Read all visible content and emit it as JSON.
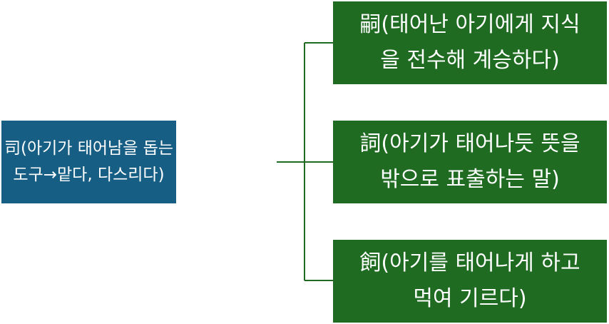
{
  "root": {
    "line1": "司(아기가 태어남을 돕는",
    "line2": "도구→맡다, 다스리다)"
  },
  "children": [
    {
      "line1": "嗣(태어난 아기에게 지식",
      "line2": "을 전수해 계승하다)"
    },
    {
      "line1": "詞(아기가 태어나듯 뜻을",
      "line2": "밖으로 표출하는 말)"
    },
    {
      "line1": "飼(아기를 태어나게 하고",
      "line2": "먹여 기르다)"
    }
  ],
  "colors": {
    "root_bg": "#175e85",
    "child_bg": "#1f6b22",
    "line": "#1f6b22"
  }
}
